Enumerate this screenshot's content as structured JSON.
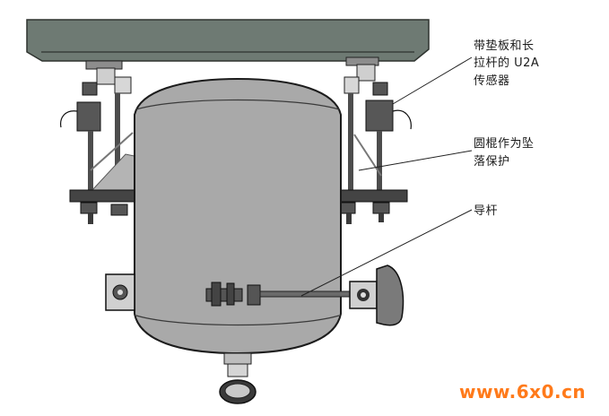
{
  "labels": {
    "sensor_line1": "带垫板和长",
    "sensor_line2": "拉杆的 U2A",
    "sensor_line3": "传感器",
    "rod_line1": "圆棍作为坠",
    "rod_line2": "落保护",
    "guide": "导杆"
  },
  "watermark": "www.6x0.cn",
  "colors": {
    "beam": "#6e7a73",
    "tank": "#a9a9a9",
    "hardware": "#3a3a3a",
    "watermark": "#ff7a1a"
  }
}
